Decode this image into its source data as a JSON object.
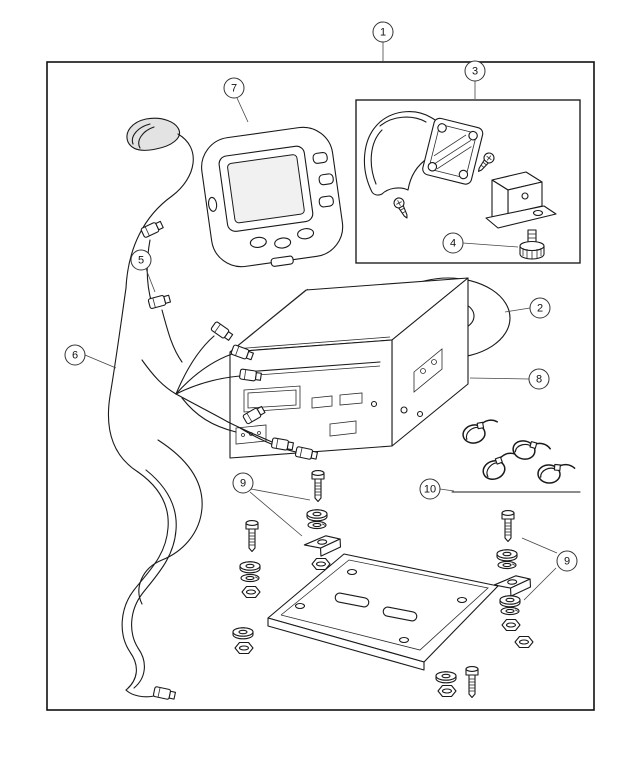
{
  "figure": {
    "callouts": [
      {
        "number": "1"
      },
      {
        "number": "2"
      },
      {
        "number": "3"
      },
      {
        "number": "4"
      },
      {
        "number": "5"
      },
      {
        "number": "6"
      },
      {
        "number": "7"
      },
      {
        "number": "8"
      },
      {
        "number": "9"
      },
      {
        "number": "9"
      },
      {
        "number": "10"
      }
    ]
  }
}
